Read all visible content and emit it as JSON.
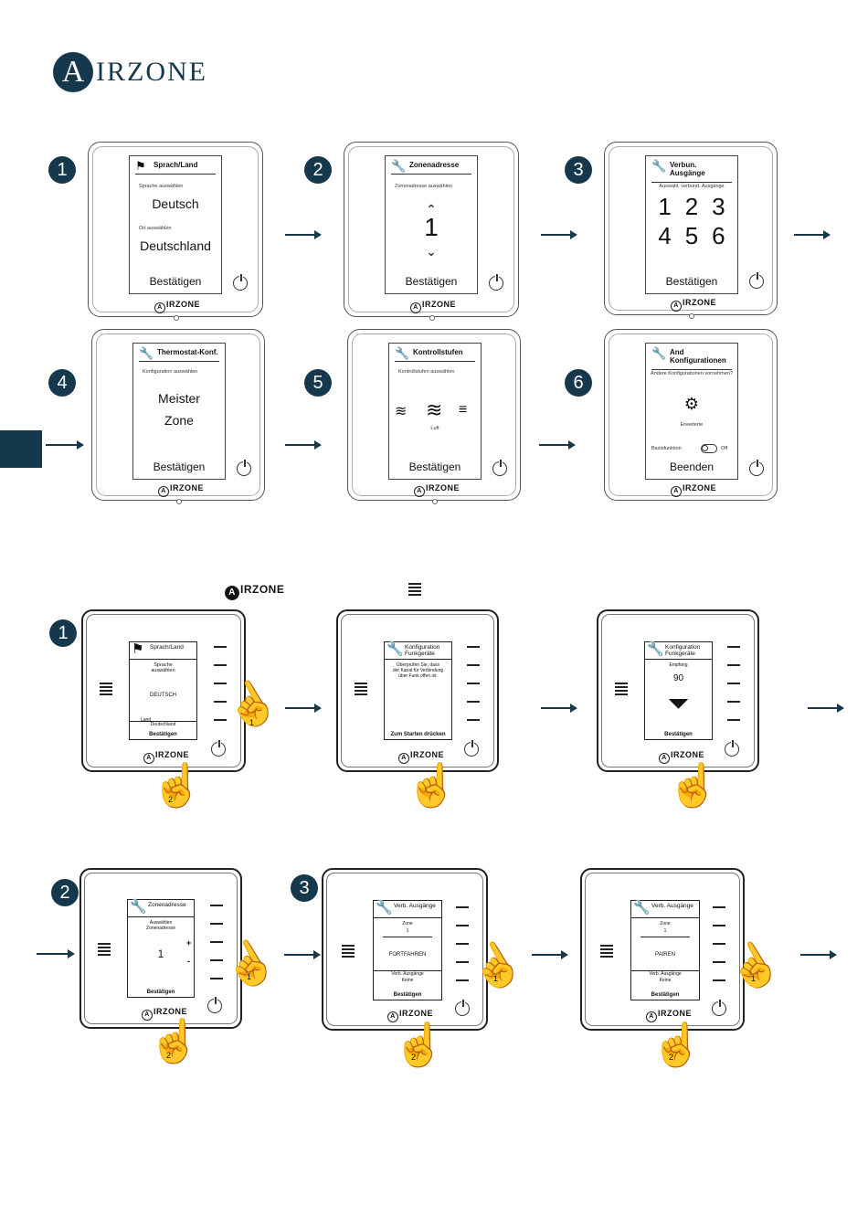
{
  "colors": {
    "brand": "#16384d",
    "brand_light": "#2f7b8f"
  },
  "logo": {
    "initial": "A",
    "rest": "IRZONE"
  },
  "section1": {
    "steps": [
      "1",
      "2",
      "3",
      "4",
      "5",
      "6"
    ],
    "screens": [
      {
        "title": "Sprach/Land",
        "label1": "Sprache auswählen",
        "value1": "Deutsch",
        "label2": "Ort auswählen",
        "value2": "Deutschland",
        "confirm": "Bestätigen"
      },
      {
        "title": "Zonenadresse",
        "label1": "Zonenadresse auswählen",
        "value1": "1",
        "confirm": "Bestätigen"
      },
      {
        "title": "Verbun. Ausgänge",
        "label1": "Auswahl. verbund. Ausgänge",
        "digits": [
          "1",
          "2",
          "3",
          "4",
          "5",
          "6"
        ],
        "confirm": "Bestätigen"
      },
      {
        "title": "Thermostat-Konf.",
        "label1": "Konfiguration auswählen",
        "value1": "Meister",
        "value2": "Zone",
        "confirm": "Bestätigen"
      },
      {
        "title": "Kontrollstufen",
        "label1": "Kontrollstufen auswählen",
        "value1": "Luft",
        "confirm": "Bestätigen"
      },
      {
        "title": "And Konfigurationen",
        "label1": "Andere Konfigurationen vornehmen?",
        "value1": "Erweiterte",
        "toggle_label": "Basisfunktion",
        "toggle_value": "Off",
        "confirm": "Beenden"
      }
    ],
    "brand": "IRZONE",
    "brand_initial": "A"
  },
  "legend": {
    "brand": "IRZONE",
    "brand_initial": "A"
  },
  "section2": {
    "steps": [
      "1",
      "2",
      "3"
    ],
    "hand_num_1": "1",
    "hand_num_2": "2",
    "brand": "IRZONE",
    "brand_initial": "A",
    "screens": [
      {
        "title": "Sprach/Land",
        "l1": "Sprache",
        "l2": "auswählen",
        "v1": "DEUTSCH",
        "l3": "Land",
        "v2": "Deutschland",
        "foot": "Bestätigen"
      },
      {
        "title": "Konfiguration Funkgeräte",
        "t1": "Überprüfen Sie, dass",
        "t2": "der Kanal für Verbindung",
        "t3": "über Funk offen ist.",
        "foot": "Zum Starten drücken"
      },
      {
        "title": "Konfiguration Funkgeräte",
        "l1": "Empfang",
        "v1": "90",
        "foot": "Bestätigen"
      },
      {
        "title": "Zonenadresse",
        "l1": "Auswählen",
        "l2": "Zonenadresse",
        "v1": "1",
        "plus": "+",
        "minus": "-",
        "foot": "Bestätigen"
      },
      {
        "title": "Verb. Ausgänge",
        "l1": "Zone",
        "v1": "1",
        "v2": "FORTFAHREN",
        "l2": "Verb. Ausgänge",
        "v3": "Keine",
        "foot": "Bestätigen"
      },
      {
        "title": "Verb. Ausgänge",
        "l1": "Zone",
        "v1": "1",
        "v2": "PAIREN",
        "l2": "Verb. Ausgänge",
        "v3": "Keine",
        "foot": "Bestätigen"
      }
    ]
  }
}
